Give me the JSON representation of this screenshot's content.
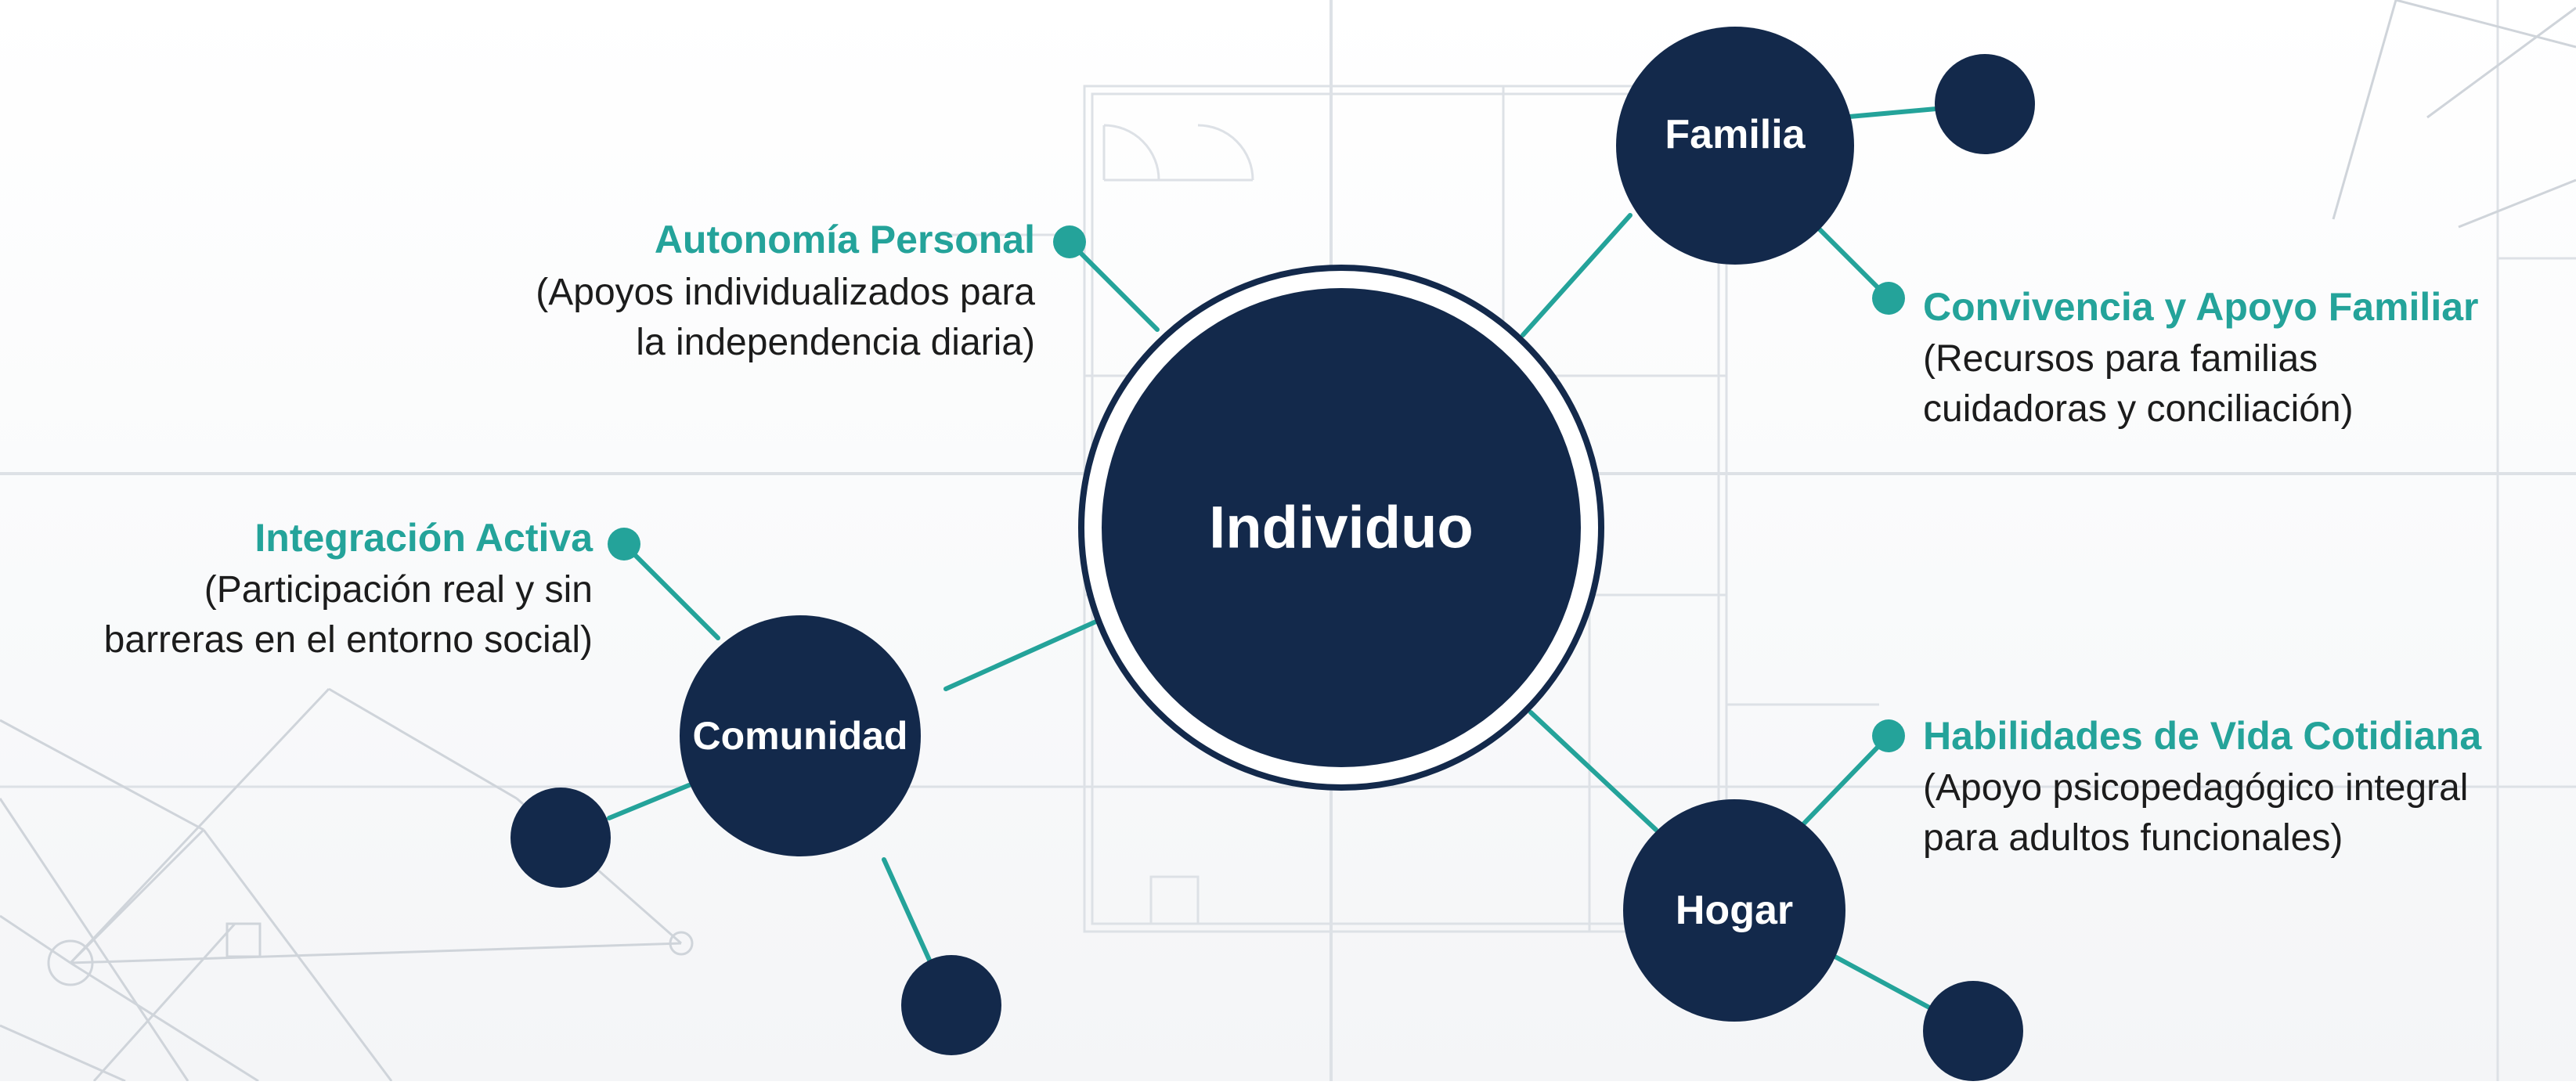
{
  "colors": {
    "node": "#13294b",
    "accent": "#24a39a",
    "text": "#1c1c1c",
    "blueprint": "#d4d9df"
  },
  "center": {
    "label": "Individuo"
  },
  "nodes": {
    "familia": {
      "label": "Familia"
    },
    "comunidad": {
      "label": "Comunidad"
    },
    "hogar": {
      "label": "Hogar"
    }
  },
  "annotations": {
    "autonomia": {
      "title": "Autonomía Personal",
      "line1": "(Apoyos individualizados para",
      "line2": "la independencia diaria)"
    },
    "convivencia": {
      "title": "Convivencia y Apoyo Familiar",
      "line1": "(Recursos para familias",
      "line2": "cuidadoras y conciliación)"
    },
    "integracion": {
      "title": "Integración Activa",
      "line1": "(Participación real y sin",
      "line2": "barreras en el entorno social)"
    },
    "habilidades": {
      "title": "Habilidades de Vida Cotidiana",
      "line1": "(Apoyo psicopedagógico integral",
      "line2": "para adultos funcionales)"
    }
  }
}
